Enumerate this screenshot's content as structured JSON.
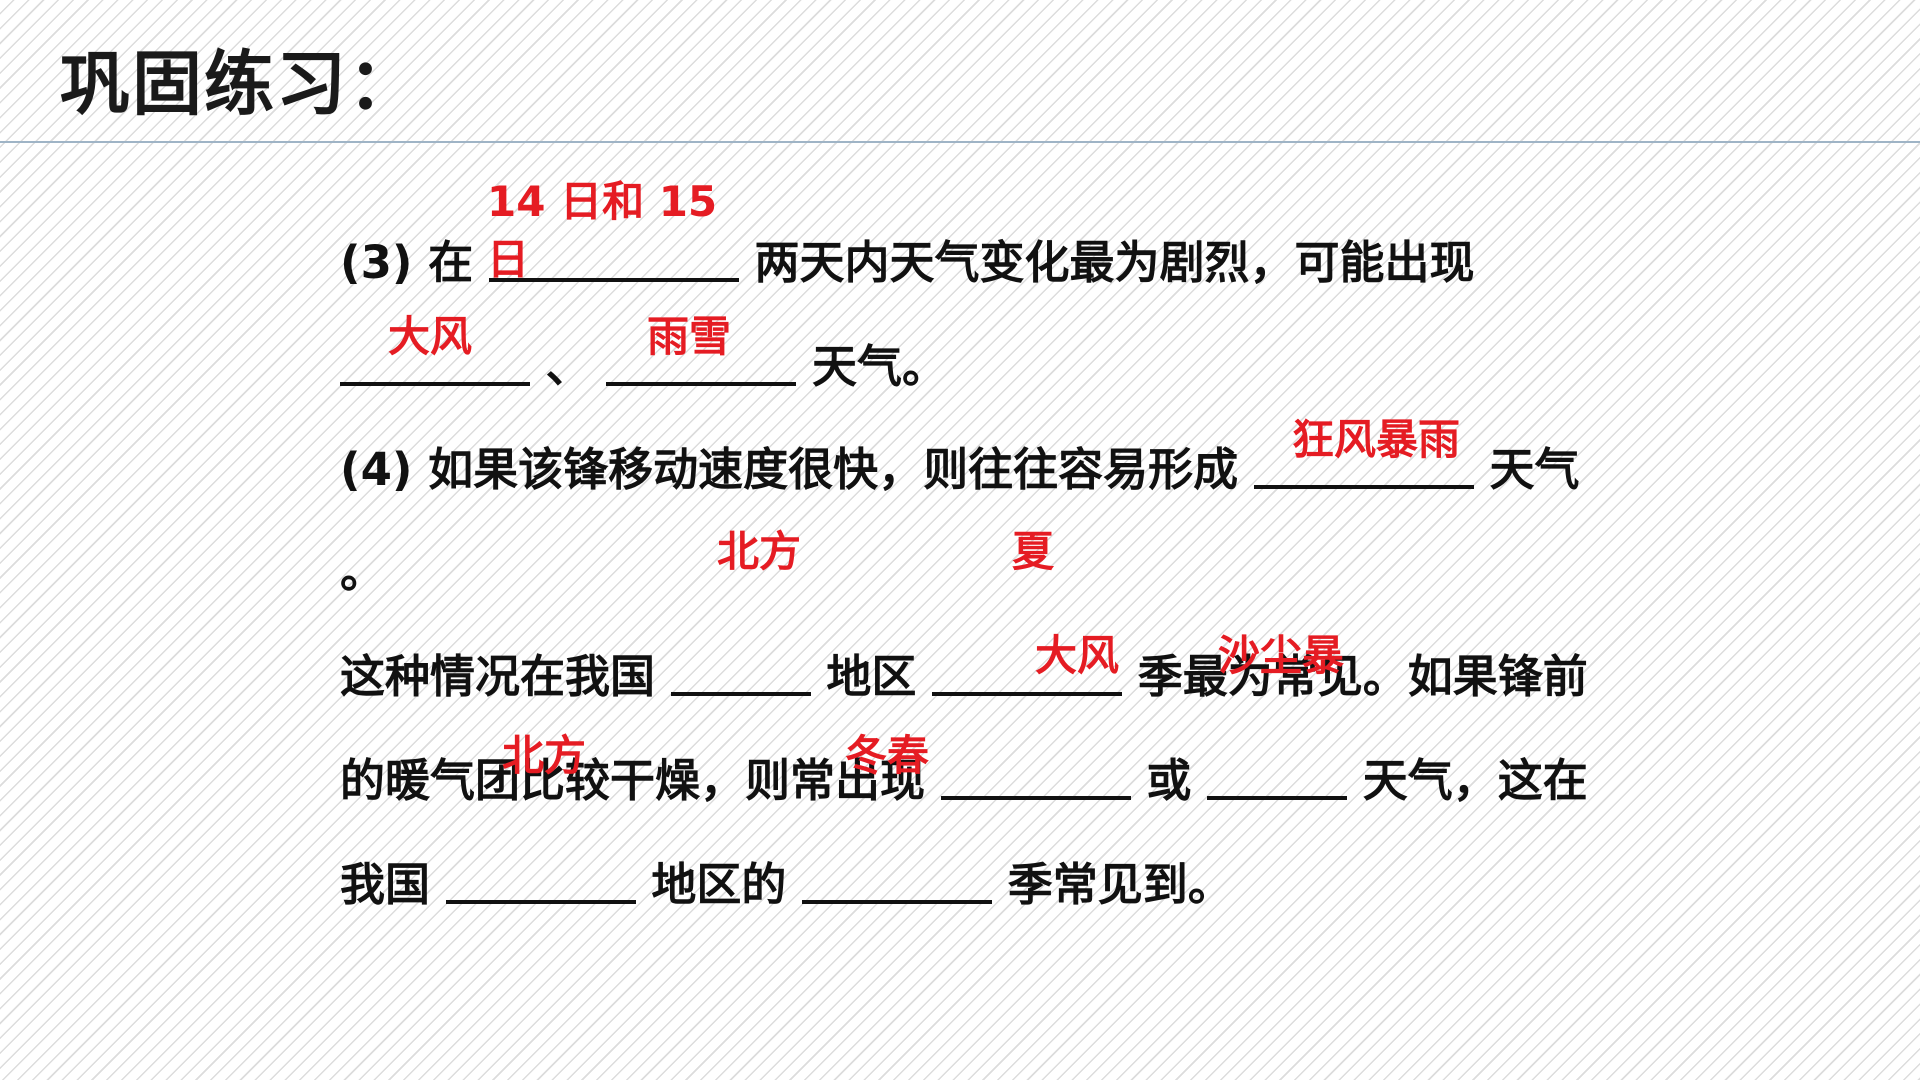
{
  "title": "巩固练习：",
  "q3": {
    "prefix": "(3) 在",
    "part1": "两天内天气变化最为剧烈，可能出现",
    "sep": "、",
    "part2": "天气。"
  },
  "q4": {
    "prefix": "(4) 如果该锋移动速度很快，则往往容易形成",
    "suffix": "天气",
    "period": "。",
    "l3a": "这种情况在我国",
    "l3b": "地区",
    "l3c": "季最为常见。如果锋前",
    "l4a": "的暖气团比较干燥，则常出现",
    "l4b": "或",
    "l4c": "天气，这在",
    "l5a": "我国",
    "l5b": "地区的",
    "l5c": "季常见到。"
  },
  "answers": {
    "a1": "14 日和 15",
    "a2": "日",
    "a3": "大风",
    "a4": "雨雪",
    "a5": "狂风暴雨",
    "a6": "北方",
    "a7": "夏",
    "a8": "大风",
    "a9": "沙尘暴",
    "a10": "北方",
    "a11": "冬春"
  }
}
